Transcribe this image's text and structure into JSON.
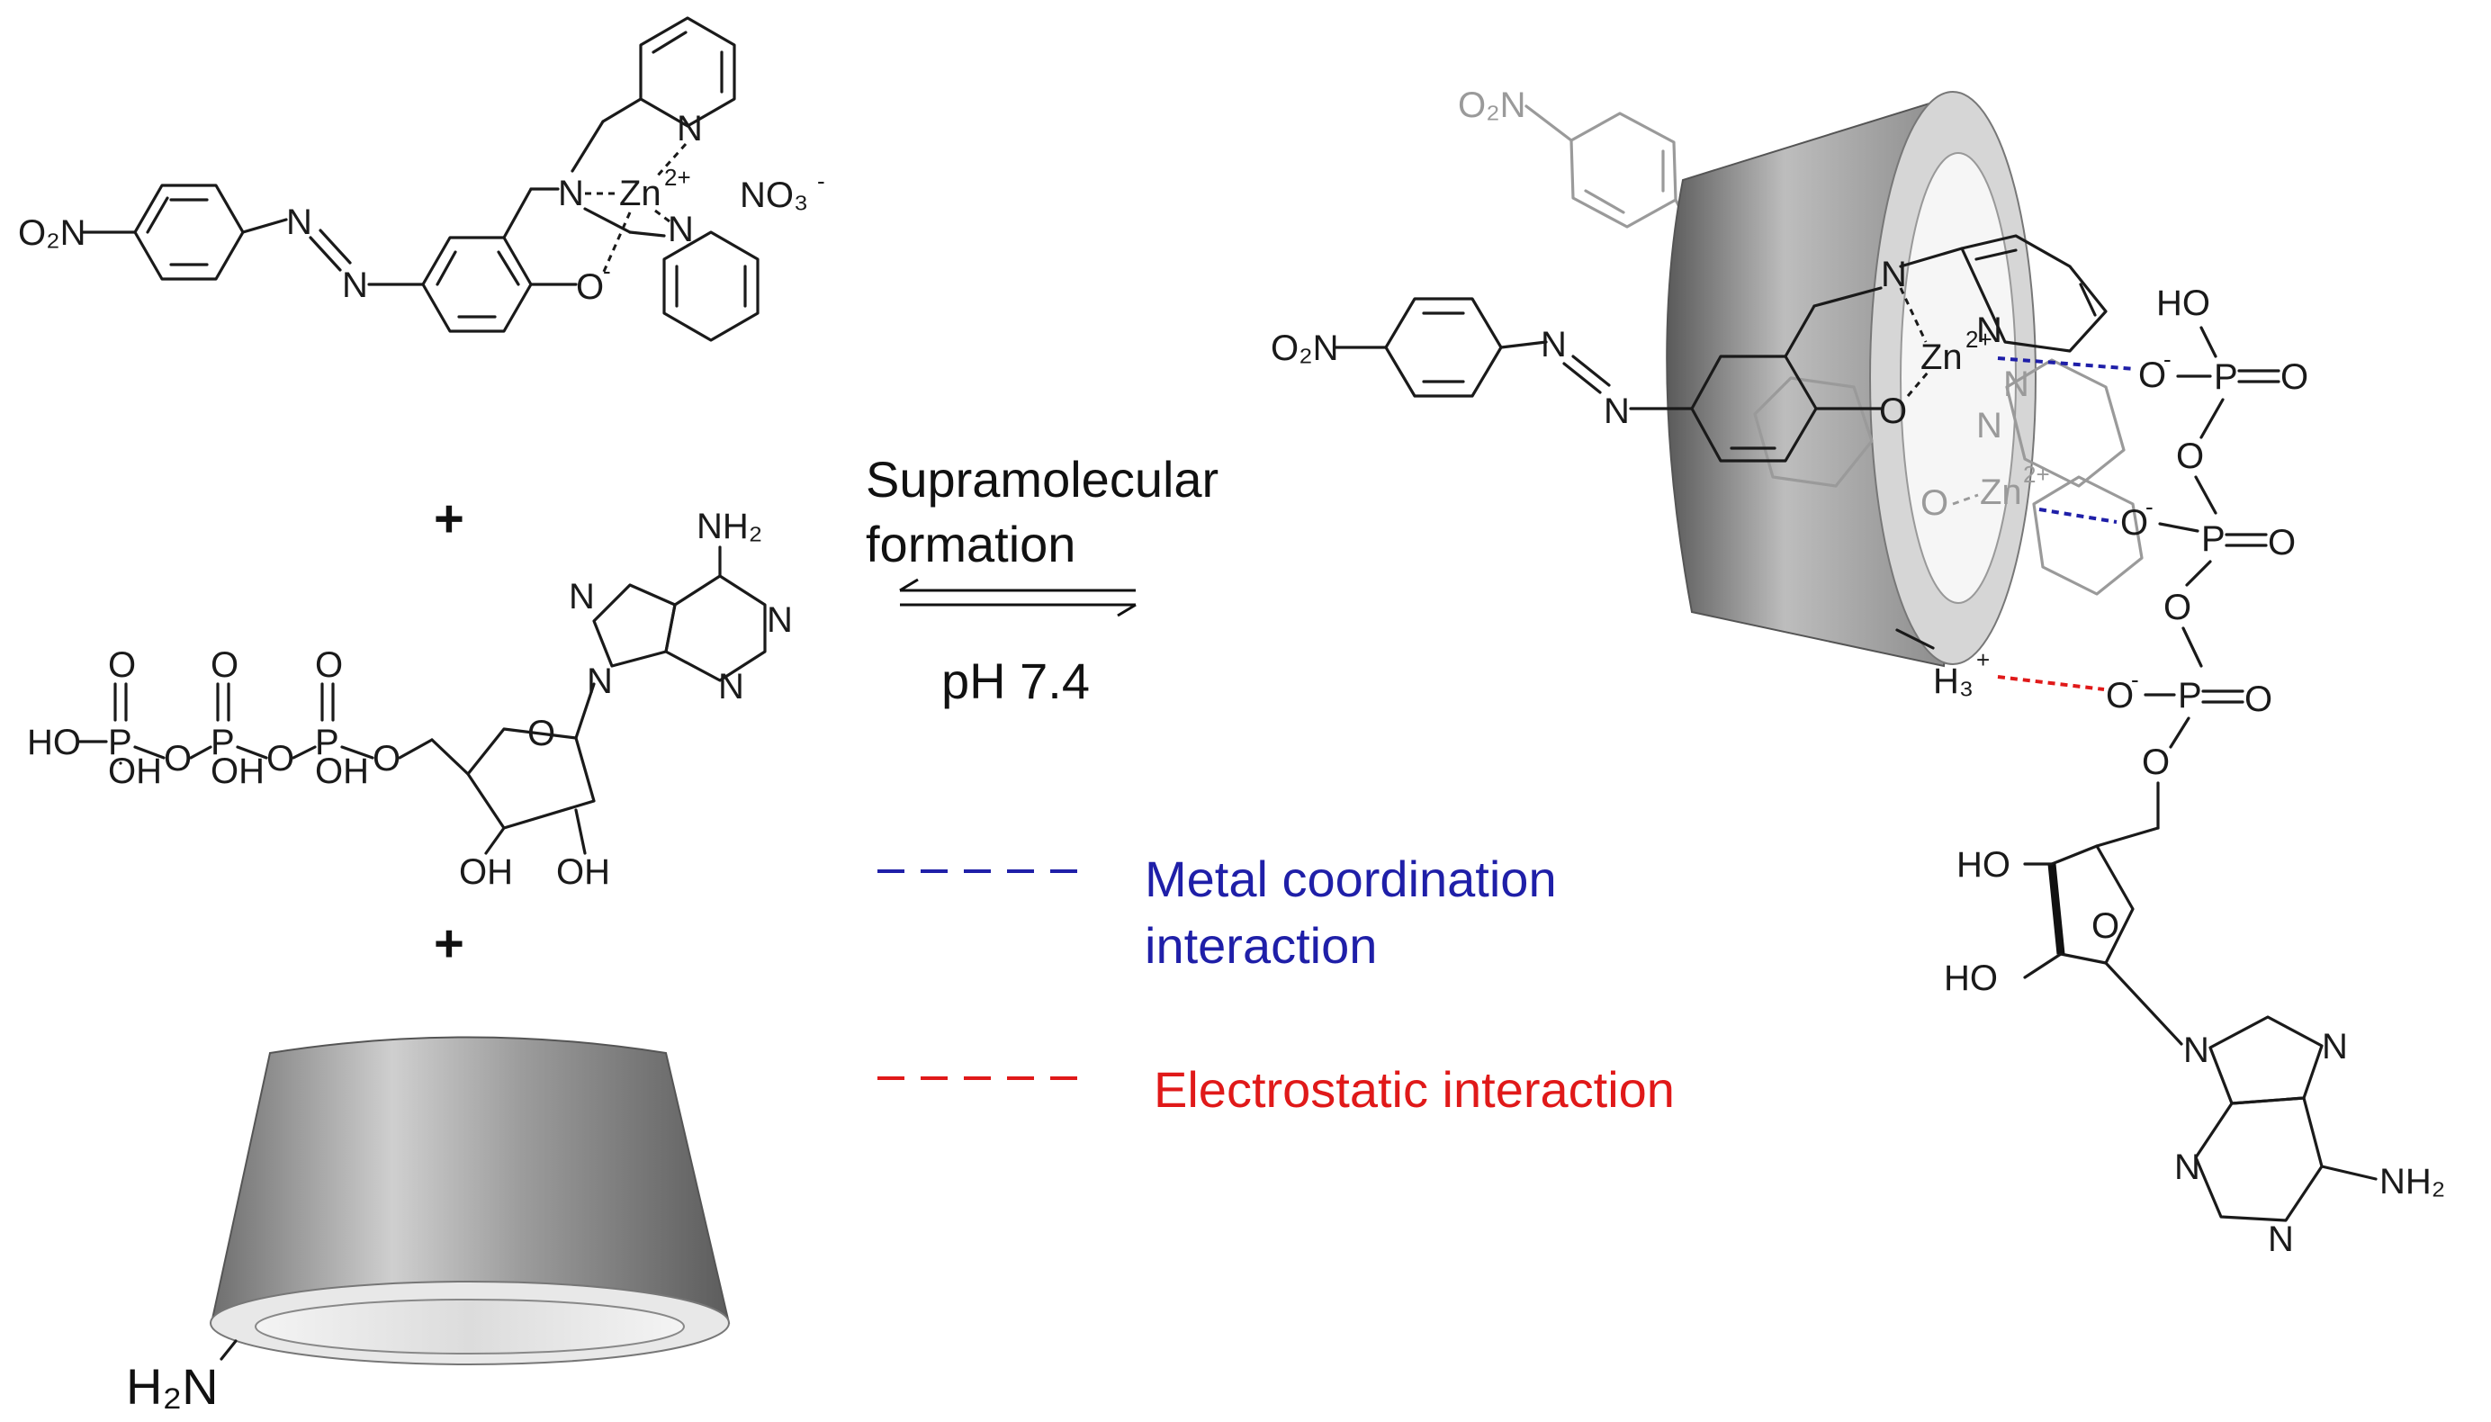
{
  "reactants": {
    "zinc_complex": {
      "nitro": "O₂N",
      "azo_n1": "N",
      "azo_n2": "N",
      "amine_n": "N",
      "pyridine_n1": "N",
      "pyridine_n2": "N",
      "zinc": "Zn",
      "zinc_charge": "2+",
      "phenoxide_o": "O",
      "phenoxide_charge": "-",
      "counterion": "NO₃",
      "counterion_charge": "-"
    },
    "plus1": "+",
    "atp": {
      "amine": "NH₂",
      "n": "N",
      "o": "O",
      "ho": "HO",
      "oh": "OH",
      "p": "P"
    },
    "plus2": "+",
    "cyclodextrin": {
      "amine": "H₂N"
    }
  },
  "reaction": {
    "line1": "Supramolecular",
    "line2": "formation",
    "condition": "pH 7.4"
  },
  "legend": [
    {
      "label_line1": "Metal coordination",
      "label_line2": "interaction",
      "color": "#1f1fa8"
    },
    {
      "label_line1": "Electrostatic interaction",
      "label_line2": "",
      "color": "#e01919"
    }
  ],
  "product": {
    "nitro_front": "O₂N",
    "nitro_back": "O₂N",
    "zinc": "Zn",
    "zinc_charge": "2+",
    "ammonium": "H₃",
    "ammonium_charge": "+",
    "ho": "HO",
    "n": "N",
    "o": "O",
    "o_minus": "O",
    "minus": "-",
    "p": "P",
    "amine": "NH₂"
  }
}
